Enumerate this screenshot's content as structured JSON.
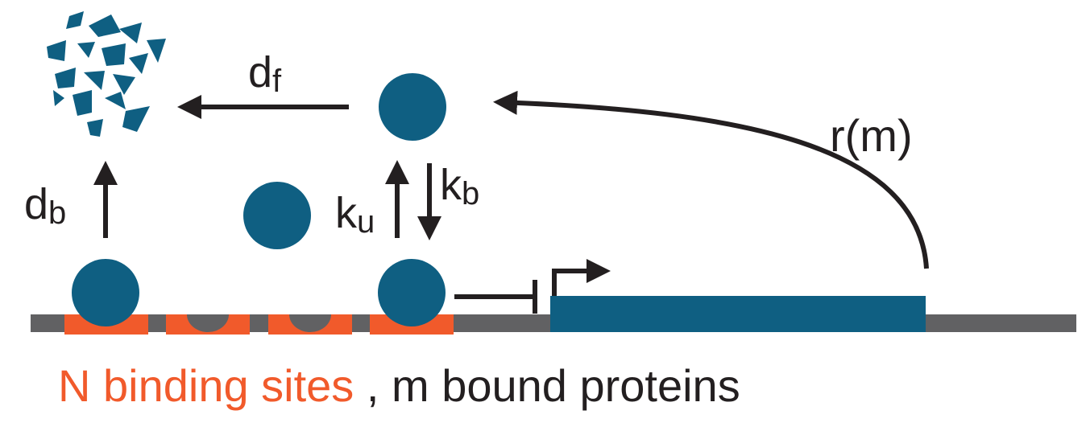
{
  "colors": {
    "protein": "#0f5f82",
    "binding_site": "#f15a2b",
    "dna": "#616163",
    "gene": "#0f5f82",
    "arrow": "#231f20",
    "text": "#231f20"
  },
  "labels": {
    "df_base": "d",
    "df_sub": "f",
    "db_base": "d",
    "db_sub": "b",
    "ku_base": "k",
    "ku_sub": "u",
    "kb_base": "k",
    "kb_sub": "b",
    "rm": "r(m)"
  },
  "caption": {
    "part1": "N binding sites",
    "part2": " , m bound proteins"
  },
  "icons": [
    "degraded-protein-icon",
    "promoter-arrow-icon",
    "repression-bar-icon"
  ]
}
